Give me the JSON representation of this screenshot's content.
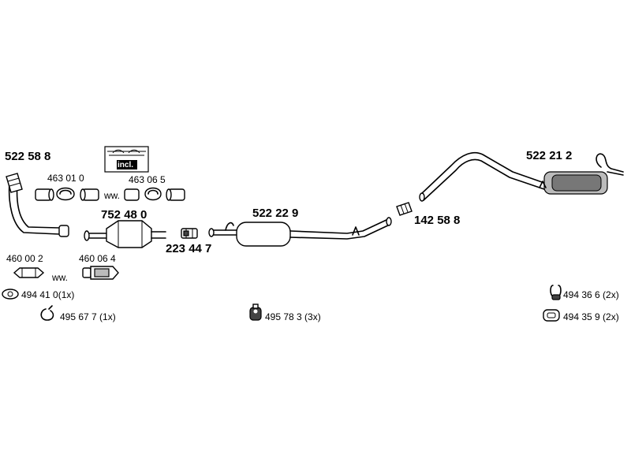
{
  "labels": {
    "front_pipe": "522 58 8",
    "incl_box": "incl.",
    "clamp_a": "463 01 0",
    "clamp_b": "463 06 5",
    "ww_top": "ww.",
    "catalyst": "752 48 0",
    "connector_pipe": "223 44 7",
    "center_silencer": "522 22 9",
    "coupler": "142 58 8",
    "rear_silencer": "522 21 2",
    "ring_a": "460 00 2",
    "ring_b": "460 06 4",
    "ww_bottom": "ww.",
    "gasket": "494 41 0(1x)",
    "clip": "495 67 7 (1x)",
    "mount_center": "495 78 3 (3x)",
    "hanger_right": "494 36 6 (2x)",
    "rubber_right": "494 35 9 (2x)"
  }
}
